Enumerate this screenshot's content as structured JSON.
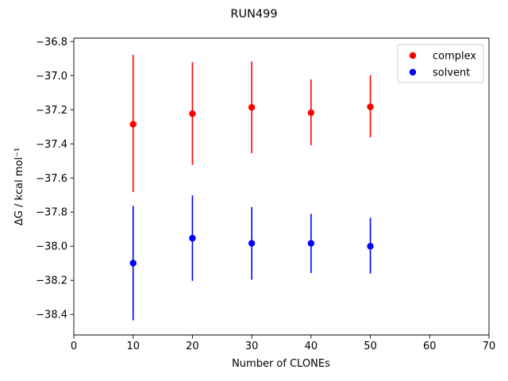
{
  "chart_data": {
    "type": "scatter",
    "title": "RUN499",
    "xlabel": "Number of CLONEs",
    "ylabel": "ΔG / kcal mol⁻¹",
    "xlim": [
      0,
      70
    ],
    "ylim": [
      -38.52,
      -36.78
    ],
    "x_ticks": [
      0,
      10,
      20,
      30,
      40,
      50,
      60,
      70
    ],
    "x_tick_labels": [
      "0",
      "10",
      "20",
      "30",
      "40",
      "50",
      "60",
      "70"
    ],
    "y_ticks": [
      -38.4,
      -38.2,
      -38.0,
      -37.8,
      -37.6,
      -37.4,
      -37.2,
      -37.0,
      -36.8
    ],
    "y_tick_labels": [
      "−38.4",
      "−38.2",
      "−38.0",
      "−37.8",
      "−37.6",
      "−37.4",
      "−37.2",
      "−37.0",
      "−36.8"
    ],
    "grid": false,
    "legend_position": "upper-right",
    "series": [
      {
        "name": "complex",
        "color": "#ff0000",
        "x": [
          10,
          20,
          30,
          40,
          50
        ],
        "y": [
          -37.285,
          -37.223,
          -37.186,
          -37.217,
          -37.183
        ],
        "y_err_low": [
          -37.683,
          -37.523,
          -37.455,
          -37.408,
          -37.362
        ],
        "y_err_high": [
          -36.878,
          -36.921,
          -36.917,
          -37.022,
          -36.997
        ]
      },
      {
        "name": "solvent",
        "color": "#0000ff",
        "x": [
          10,
          20,
          30,
          40,
          50
        ],
        "y": [
          -38.099,
          -37.953,
          -37.983,
          -37.983,
          -38.0
        ],
        "y_err_low": [
          -38.434,
          -38.203,
          -38.196,
          -38.157,
          -38.16
        ],
        "y_err_high": [
          -37.763,
          -37.701,
          -37.77,
          -37.81,
          -37.833
        ]
      }
    ]
  }
}
